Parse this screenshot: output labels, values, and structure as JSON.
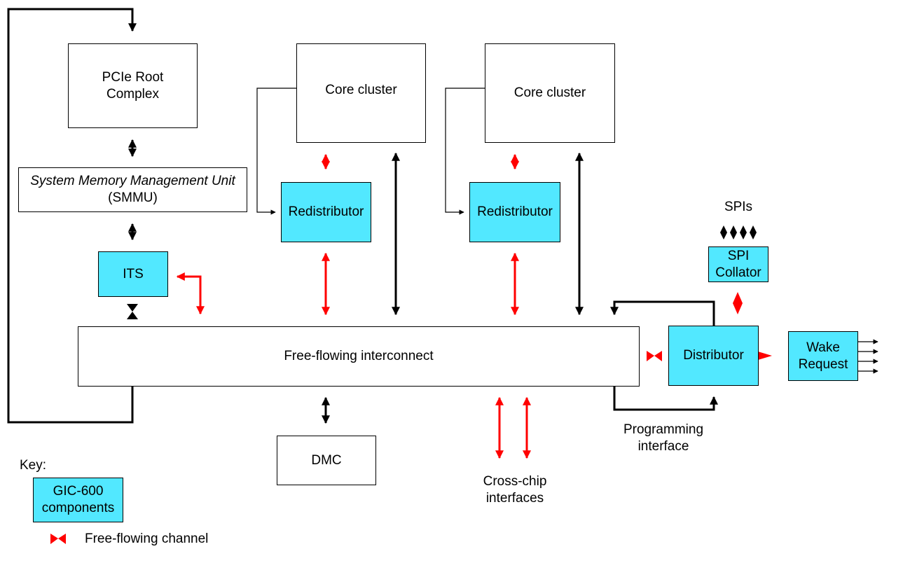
{
  "blocks": {
    "pcie": {
      "line1": "PCIe Root",
      "line2": "Complex"
    },
    "smmu": {
      "line1": "System Memory Management Unit",
      "line2": "(SMMU)"
    },
    "its": "ITS",
    "core_cluster_1": "Core cluster",
    "core_cluster_2": "Core cluster",
    "redistributor_1": "Redistributor",
    "redistributor_2": "Redistributor",
    "interconnect": "Free-flowing interconnect",
    "distributor": "Distributor",
    "spi_collator": {
      "line1": "SPI",
      "line2": "Collator"
    },
    "wake_request": {
      "line1": "Wake",
      "line2": "Request"
    },
    "dmc": "DMC"
  },
  "labels": {
    "spis": "SPIs",
    "programming_interface": {
      "line1": "Programming",
      "line2": "interface"
    },
    "cross_chip": {
      "line1": "Cross-chip",
      "line2": "interfaces"
    }
  },
  "key": {
    "title": "Key:",
    "component": {
      "line1": "GIC-600",
      "line2": "components"
    },
    "channel": "Free-flowing channel"
  },
  "colors": {
    "component": "#52e8ff",
    "free_flowing": "#ff0000",
    "connection": "#000000"
  }
}
